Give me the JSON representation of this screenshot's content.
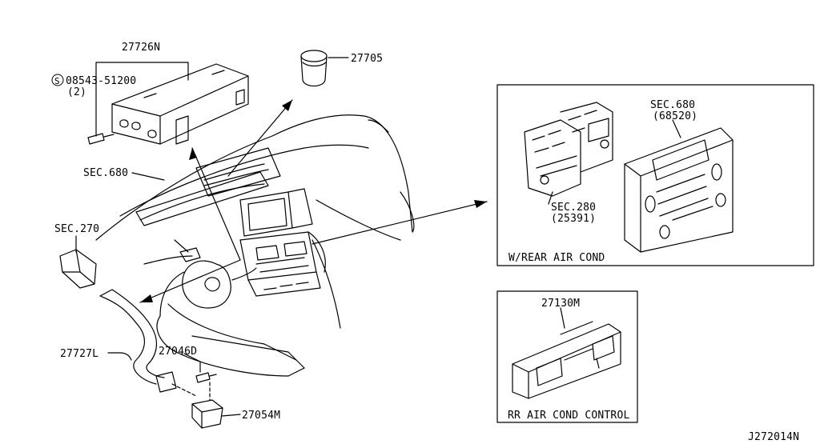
{
  "diagram_id": "J272014N",
  "parts": {
    "p27726N": "27726N",
    "p08543": "08543-51200",
    "p08543_qty": "(2)",
    "p08543_circle": "S",
    "p27705": "27705",
    "sec680_left": "SEC.680",
    "sec270": "SEC.270",
    "p27727L": "27727L",
    "p27046D": "27046D",
    "p27054M": "27054M",
    "sec680_right": "SEC.680",
    "sec680_right_sub": "(68520)",
    "sec280": "SEC.280",
    "sec280_sub": "(25391)",
    "p27130M": "27130M"
  },
  "boxes": {
    "rear_air_cond": "W/REAR AIR COND",
    "rr_air_cond_control": "RR AIR COND CONTROL"
  }
}
